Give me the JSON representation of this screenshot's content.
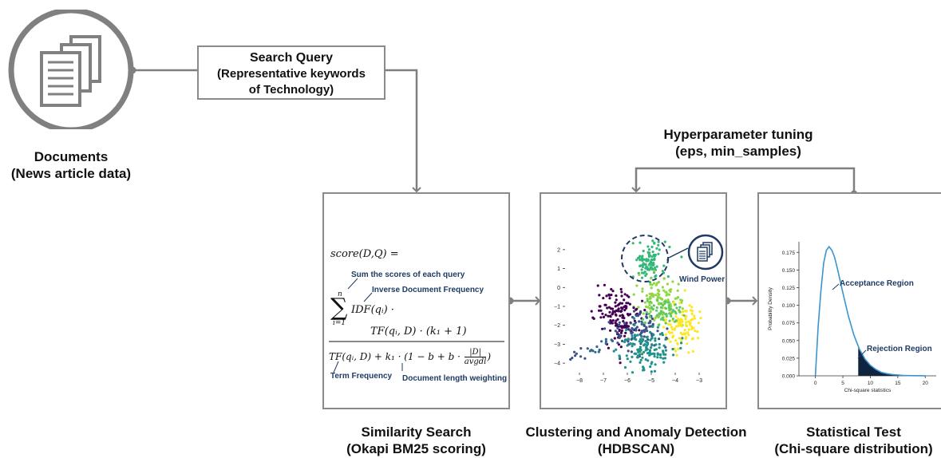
{
  "documents": {
    "icon": "documents-icon",
    "title": "Documents",
    "subtitle": "(News article data)"
  },
  "search_query": {
    "title": "Search Query",
    "line1": "(Representative keywords",
    "line2": "of Technology)"
  },
  "hyper": {
    "title": "Hyperparameter tuning",
    "subtitle": "(eps, min_samples)"
  },
  "similarity": {
    "title": "Similarity Search",
    "subtitle": "(Okapi BM25 scoring)",
    "formula": {
      "lhs": "score(D,Q) =",
      "sum_note": "Sum the scores of each query",
      "idf_note": "Inverse Document  Frequency",
      "idf": "IDF(qᵢ) ·",
      "numerator": "TF(qᵢ, D) · (k₁ + 1)",
      "denominator_a": "TF(qᵢ, D) + k₁ · (1 − b + b ·",
      "frac_top": "|D|",
      "frac_bottom": "avgdl",
      "denominator_end": ")",
      "tf_note": "Term Frequency",
      "len_note": "Document length weighting",
      "sum_top": "n",
      "sum_bottom": "i=1"
    }
  },
  "clustering": {
    "title": "Clustering and Anomaly Detection",
    "subtitle": "(HDBSCAN)",
    "annotation": "Wind Power",
    "annotation_icon": "documents-icon",
    "x_ticks": [
      "−8",
      "−7",
      "−6",
      "−5",
      "−4",
      "−3"
    ],
    "y_ticks": [
      "2",
      "1",
      "0",
      "−1",
      "−2",
      "−3",
      "−4"
    ]
  },
  "statistical": {
    "title": "Statistical Test",
    "subtitle": "(Chi-square distribution)"
  },
  "chart_data": {
    "type": "area",
    "xlabel": "Chi-square statistics",
    "ylabel": "Probability Density",
    "x_ticks": [
      "0",
      "5",
      "10",
      "15",
      "20"
    ],
    "y_ticks": [
      "0.000",
      "0.025",
      "0.050",
      "0.075",
      "0.100",
      "0.125",
      "0.150",
      "0.175"
    ],
    "xlim": [
      -3,
      22
    ],
    "ylim": [
      0,
      0.19
    ],
    "annotations": [
      "Acceptance Region",
      "Rejection Region"
    ],
    "series": [
      {
        "x": [
          0,
          0.5,
          1,
          1.5,
          2,
          2.5,
          3,
          3.5,
          4,
          5,
          6,
          7,
          8,
          9,
          10,
          11,
          12,
          13,
          14,
          16,
          18,
          20
        ],
        "values": [
          0.0,
          0.07,
          0.12,
          0.16,
          0.178,
          0.183,
          0.178,
          0.168,
          0.152,
          0.118,
          0.085,
          0.058,
          0.038,
          0.024,
          0.015,
          0.009,
          0.005,
          0.003,
          0.0018,
          0.0006,
          0.0002,
          0.0001
        ]
      }
    ],
    "rejection_threshold": 7.8,
    "line_color": "#3a94cf",
    "fill_color": "#10233f"
  },
  "colors": {
    "border": "#8a8a8a",
    "arrow": "#7f7f7f",
    "navy": "#1f3b63"
  }
}
